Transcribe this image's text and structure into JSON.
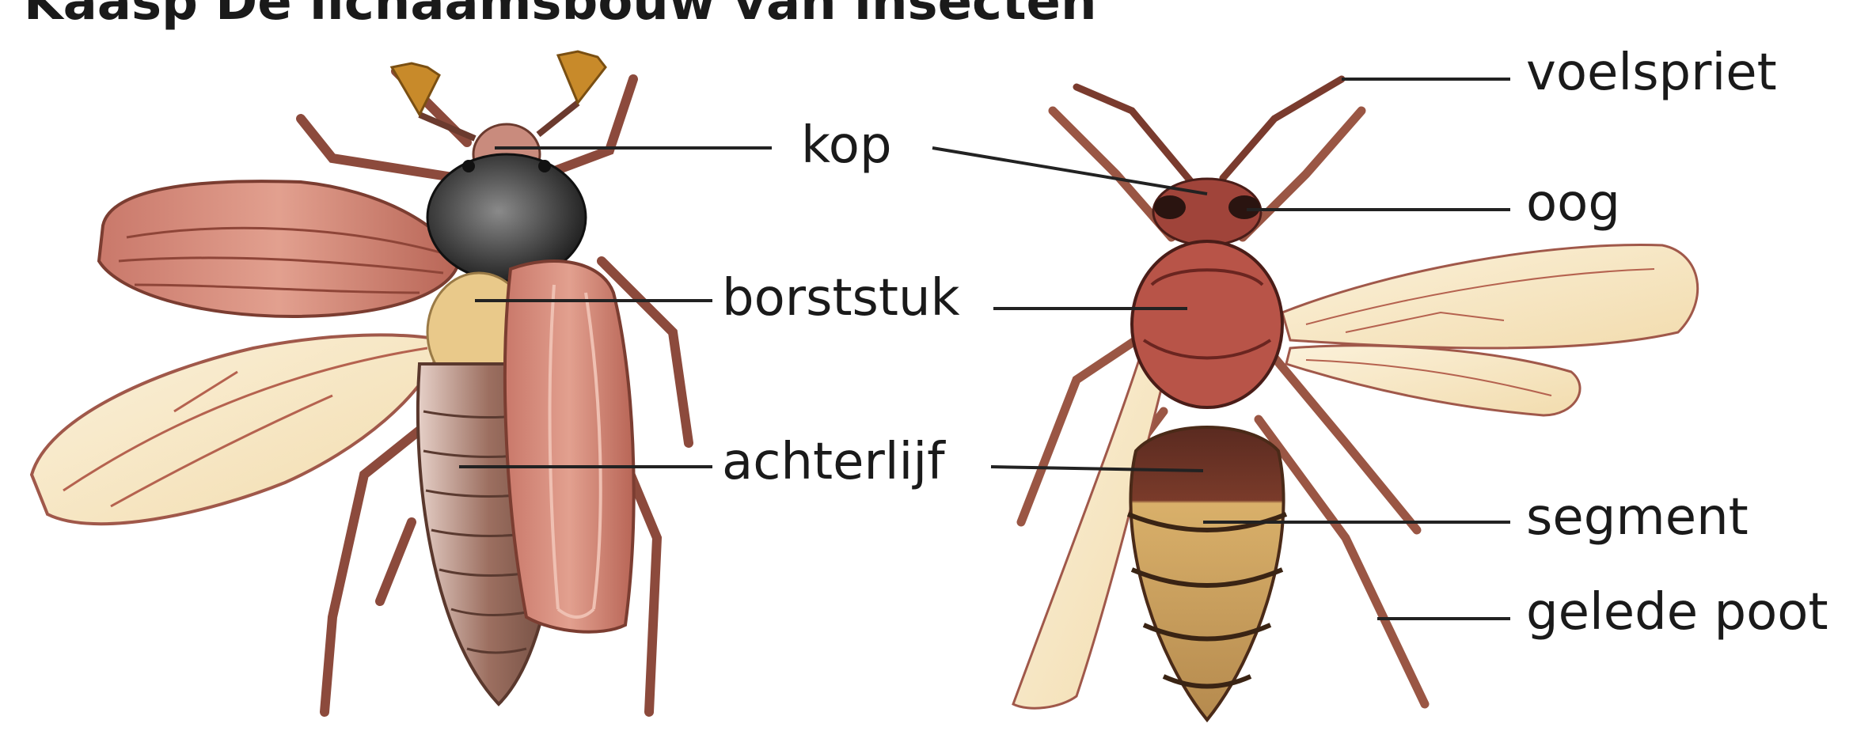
{
  "figure": {
    "title_fragment": "Kaasp  De lichaamsbouw van insecten",
    "labels": {
      "kop": "kop",
      "borststuk": "borststuk",
      "achterlijf": "achterlijf",
      "voelspriet": "voelspriet",
      "oog": "oog",
      "segment": "segment",
      "gelede_poot": "gelede poot"
    },
    "illustrations": {
      "left": "beetle-illustration",
      "right": "hornet-illustration"
    }
  }
}
